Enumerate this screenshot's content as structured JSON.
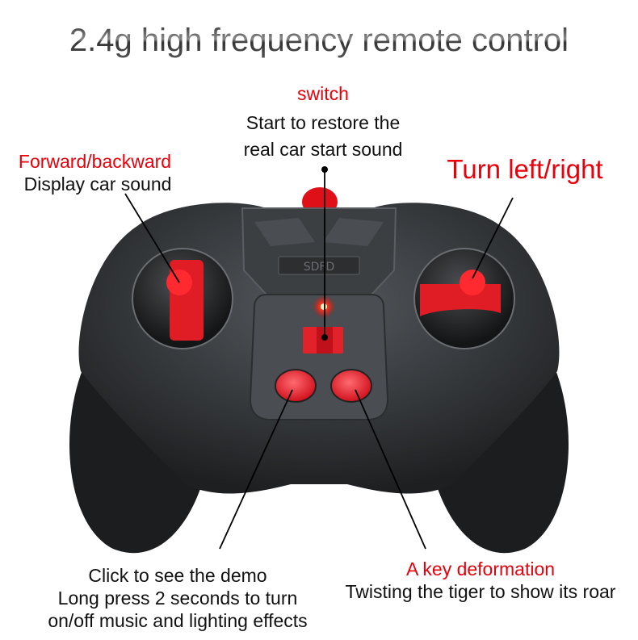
{
  "title": "2.4g high frequency remote control",
  "annotations": {
    "switch": {
      "heading": "switch",
      "line1": "Start to restore the",
      "line2": "real car start sound"
    },
    "forward_backward": {
      "heading": "Forward/backward",
      "line1": "Display car sound"
    },
    "turn": {
      "heading": "Turn left/right"
    },
    "demo_button": {
      "line1": "Click to see the demo",
      "line2": "Long press 2 seconds to turn",
      "line3": "on/off music and lighting effects"
    },
    "deformation_button": {
      "heading": "A key deformation",
      "line1": "Twisting the tiger to show its roar"
    }
  },
  "controller": {
    "emblem_text": "SDFD"
  },
  "colors": {
    "accent_red": "#e8000b",
    "body": "#2b2d2f",
    "grip": "#1b1c1d",
    "panel": "#4a4e52"
  }
}
